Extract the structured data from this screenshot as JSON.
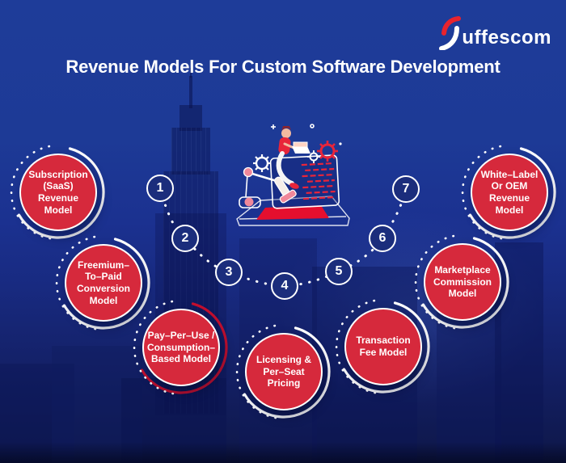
{
  "brand": {
    "logo_text": "uffescom"
  },
  "title": "Revenue Models For Custom Software Development",
  "models": [
    {
      "number": "1",
      "label": "Subscription (SaaS) Revenue Model"
    },
    {
      "number": "2",
      "label": "Freemium–To–Paid Conversion Model"
    },
    {
      "number": "3",
      "label": "Pay–Per–Use / Consumption–Based Model"
    },
    {
      "number": "4",
      "label": "Licensing & Per–Seat Pricing"
    },
    {
      "number": "5",
      "label": "Transaction Fee Model"
    },
    {
      "number": "6",
      "label": "Marketplace Commission Model"
    },
    {
      "number": "7",
      "label": "White–Label Or OEM Revenue Model"
    }
  ],
  "colors": {
    "background_blue": "#1e3c99",
    "circle_red": "#d6293c",
    "arc_red": "#c40f2e",
    "badge_navy": "#1b2d7c",
    "text_white": "#ffffff"
  }
}
